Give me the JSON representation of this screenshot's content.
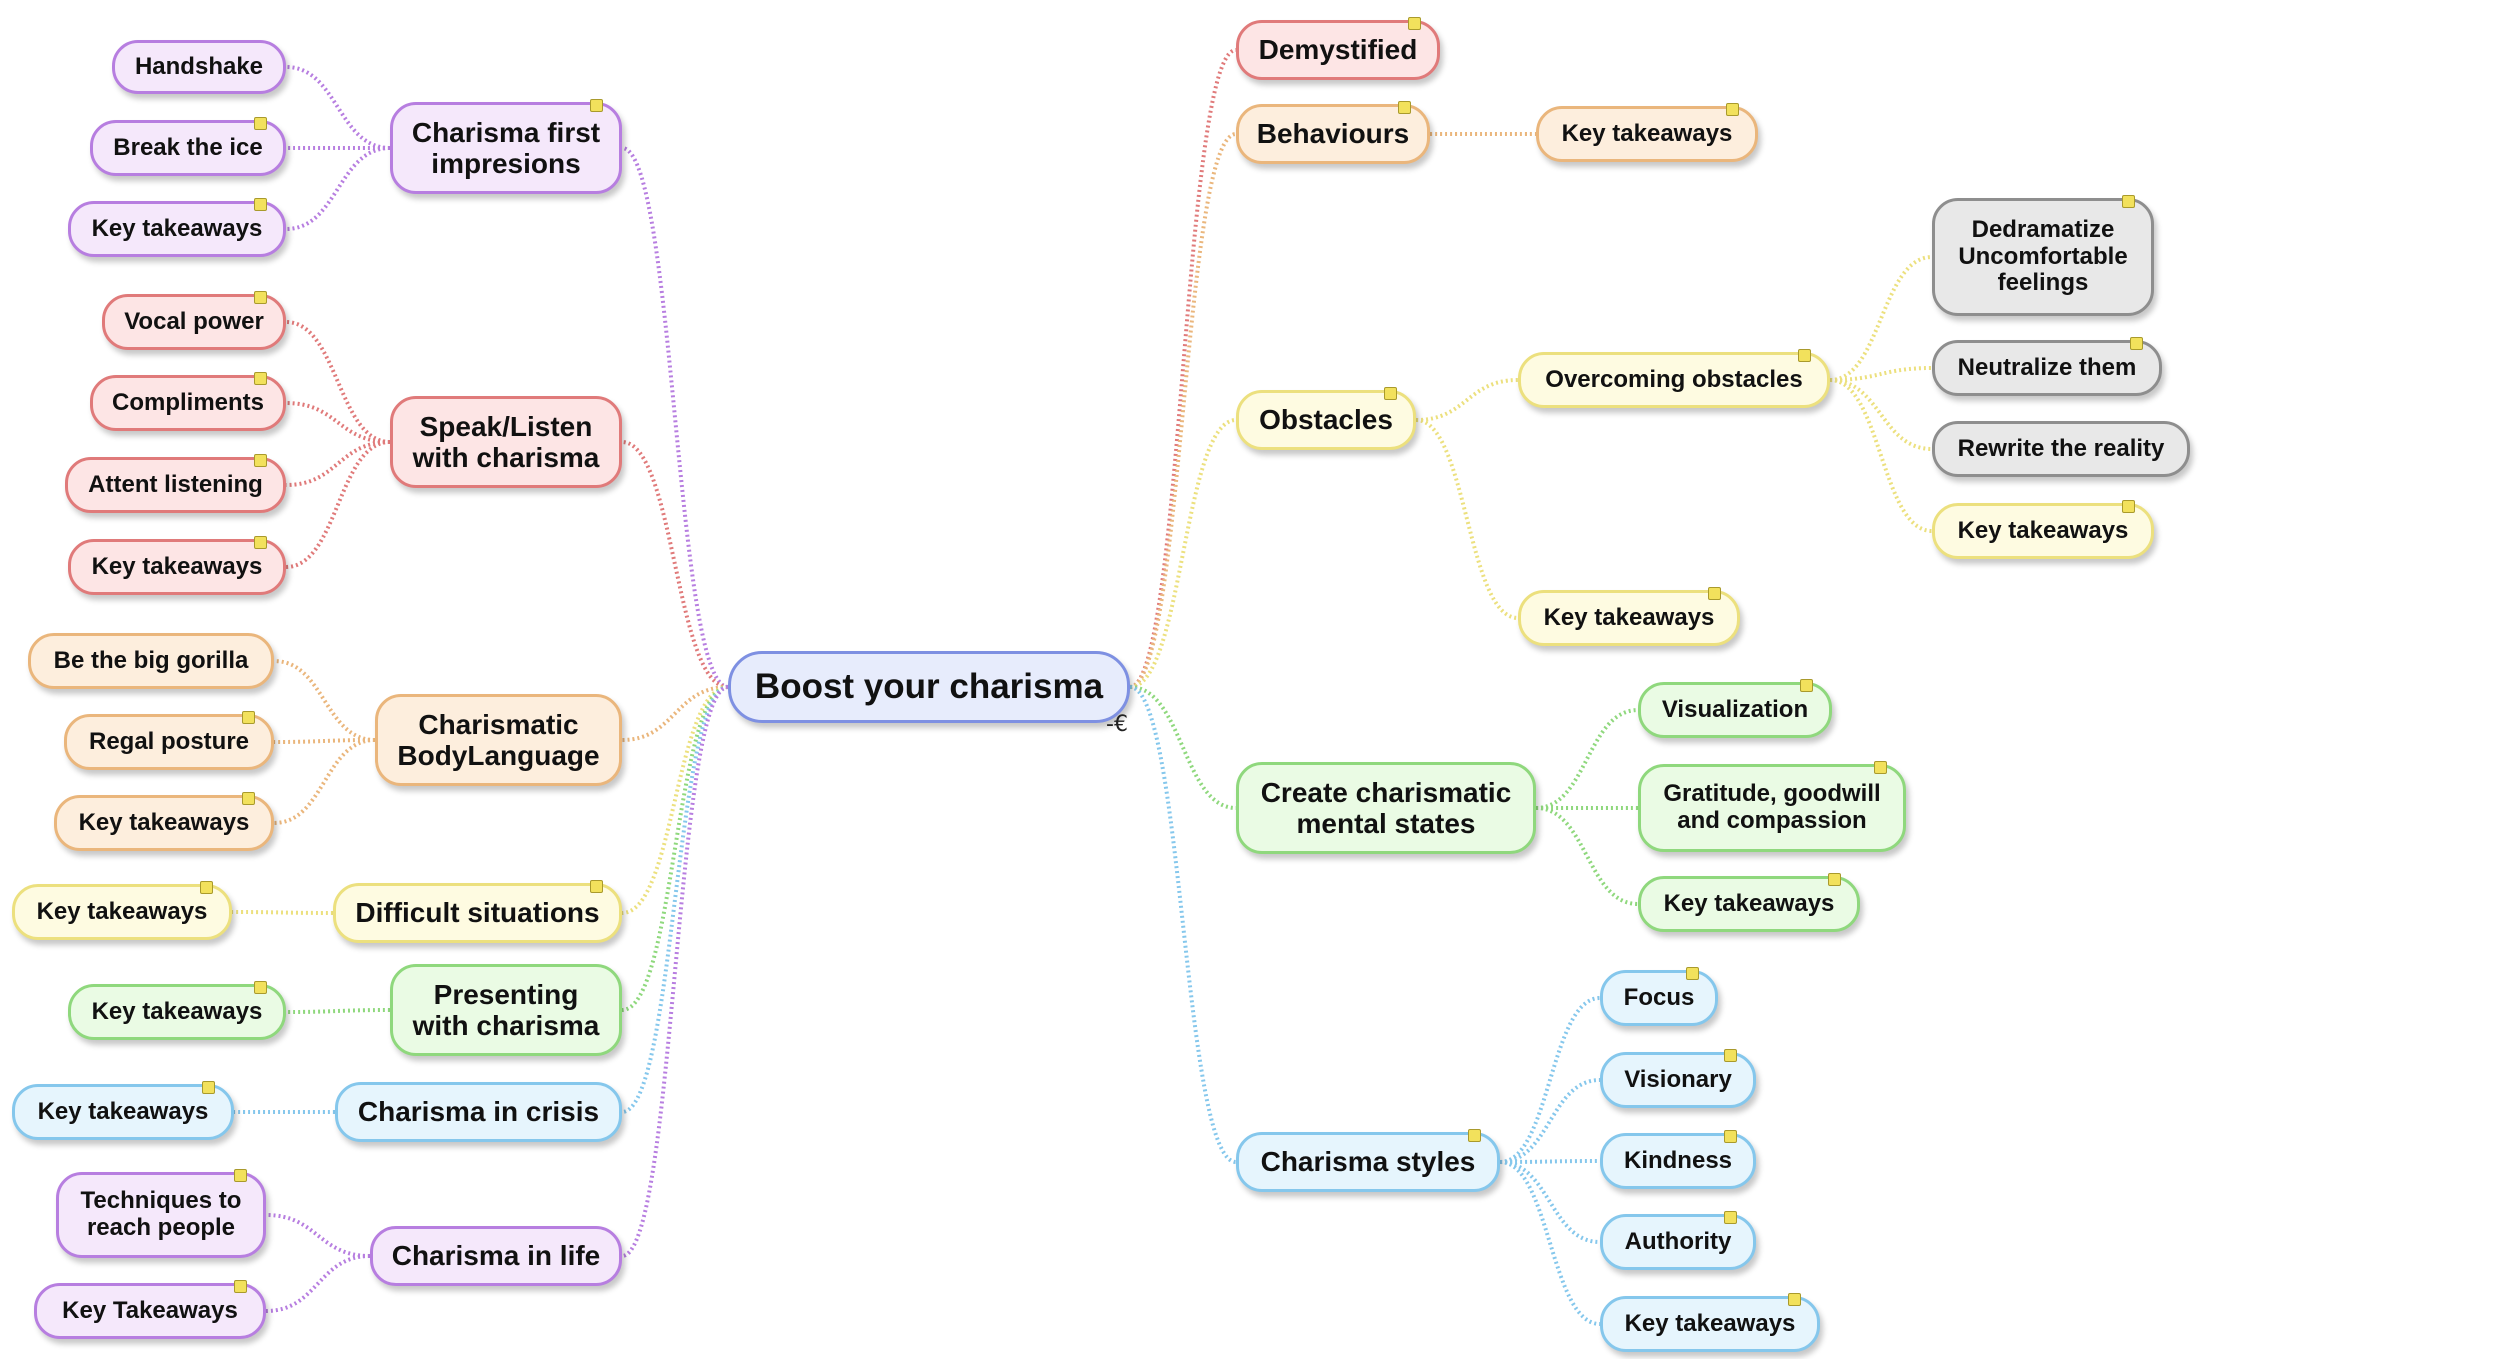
{
  "map": {
    "central": {
      "label": "Boost your charisma"
    },
    "collapse_marker": "-€",
    "colors": {
      "blue": "#7e90e2",
      "purple": "#b77ee0",
      "red": "#e07a7a",
      "orange": "#eab67c",
      "yellow": "#ece07e",
      "green": "#8fd87d",
      "cyan": "#85c7ec",
      "gray": "#8e8e8e"
    },
    "nodes": {
      "n_cfi": "Charisma first\nimpresions",
      "n_handshake": "Handshake",
      "n_breakice": "Break the ice",
      "n_cfi_kt": "Key takeaways",
      "n_speak": "Speak/Listen\nwith charisma",
      "n_vocal": "Vocal power",
      "n_compl": "Compliments",
      "n_attent": "Attent listening",
      "n_speak_kt": "Key takeaways",
      "n_body": "Charismatic\nBodyLanguage",
      "n_gorilla": "Be the big gorilla",
      "n_regal": "Regal posture",
      "n_body_kt": "Key takeaways",
      "n_diff": "Difficult situations",
      "n_diff_kt": "Key takeaways",
      "n_pres": "Presenting\nwith charisma",
      "n_pres_kt": "Key takeaways",
      "n_crisis": "Charisma in crisis",
      "n_crisis_kt": "Key takeaways",
      "n_life": "Charisma in life",
      "n_tech": "Techniques to\nreach people",
      "n_life_kt": "Key Takeaways",
      "n_demyst": "Demystified",
      "n_behav": "Behaviours",
      "n_behav_kt": "Key takeaways",
      "n_obst": "Obstacles",
      "n_overc": "Overcoming obstacles",
      "n_dedram": "Dedramatize\nUncomfortable\nfeelings",
      "n_neutral": "Neutralize them",
      "n_rewrite": "Rewrite the reality",
      "n_overc_kt": "Key takeaways",
      "n_obst_kt": "Key takeaways",
      "n_mental": "Create charismatic\nmental states",
      "n_visual": "Visualization",
      "n_grat": "Gratitude, goodwill\nand compassion",
      "n_mental_kt": "Key takeaways",
      "n_styles": "Charisma styles",
      "n_focus": "Focus",
      "n_vision": "Visionary",
      "n_kind": "Kindness",
      "n_auth": "Authority",
      "n_styles_kt": "Key takeaways"
    }
  }
}
